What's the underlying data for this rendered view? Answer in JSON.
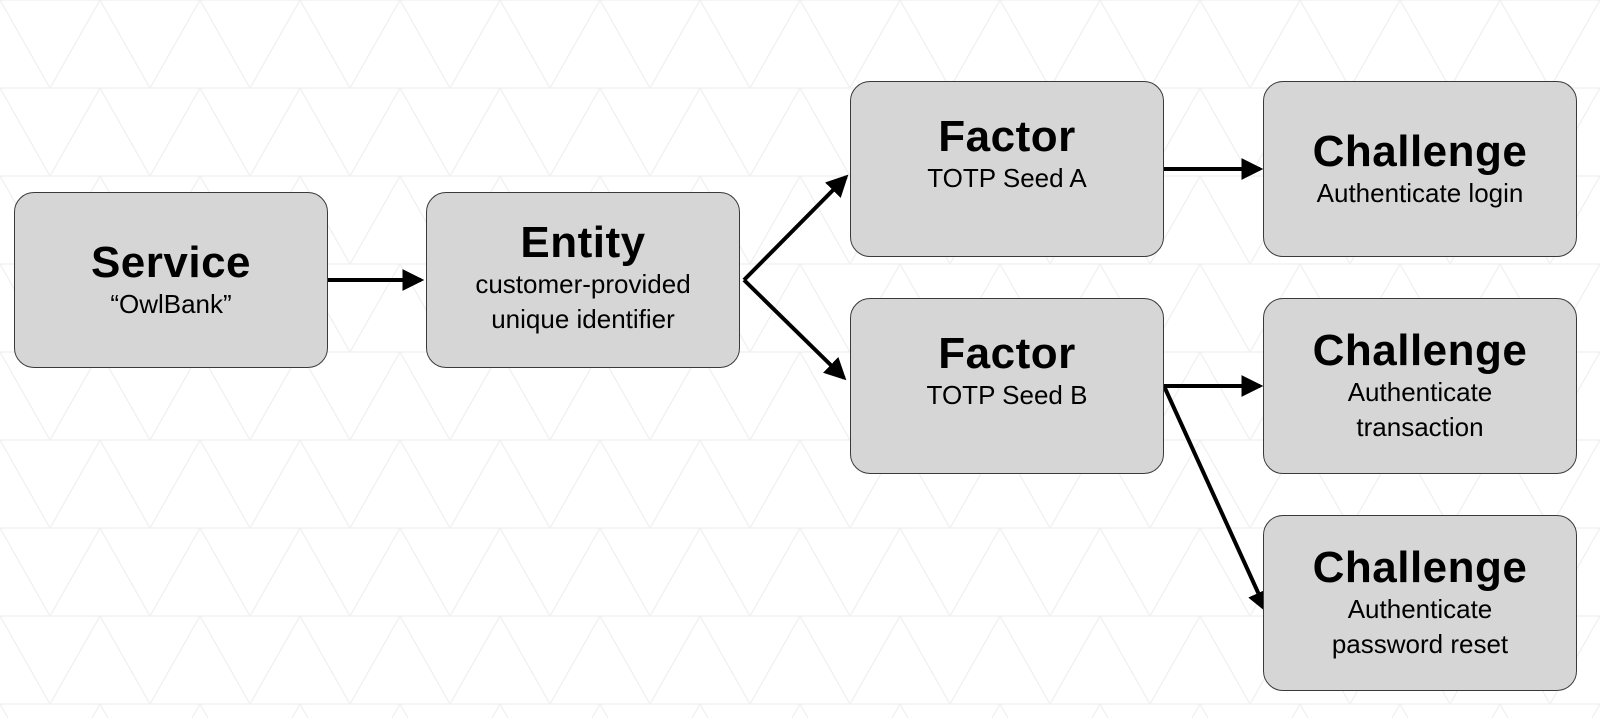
{
  "nodes": {
    "service": {
      "title": "Service",
      "lines": [
        "“OwlBank”"
      ]
    },
    "entity": {
      "title": "Entity",
      "lines": [
        "customer-provided",
        "unique identifier"
      ]
    },
    "factor_a": {
      "title": "Factor",
      "lines": [
        "TOTP Seed A"
      ]
    },
    "factor_b": {
      "title": "Factor",
      "lines": [
        "TOTP Seed B"
      ]
    },
    "challenge_1": {
      "title": "Challenge",
      "lines": [
        "Authenticate login"
      ]
    },
    "challenge_2": {
      "title": "Challenge",
      "lines": [
        "Authenticate",
        "transaction"
      ]
    },
    "challenge_3": {
      "title": "Challenge",
      "lines": [
        "Authenticate",
        "password reset"
      ]
    }
  },
  "edges": [
    {
      "from": "service",
      "to": "entity"
    },
    {
      "from": "entity",
      "to": "factor_a"
    },
    {
      "from": "entity",
      "to": "factor_b"
    },
    {
      "from": "factor_a",
      "to": "challenge_1"
    },
    {
      "from": "factor_b",
      "to": "challenge_2"
    },
    {
      "from": "factor_b",
      "to": "challenge_3"
    }
  ],
  "colors": {
    "node_fill": "#d6d6d6",
    "node_border": "#3a3a3a",
    "arrow": "#000000",
    "grid": "#f0f0f0"
  }
}
